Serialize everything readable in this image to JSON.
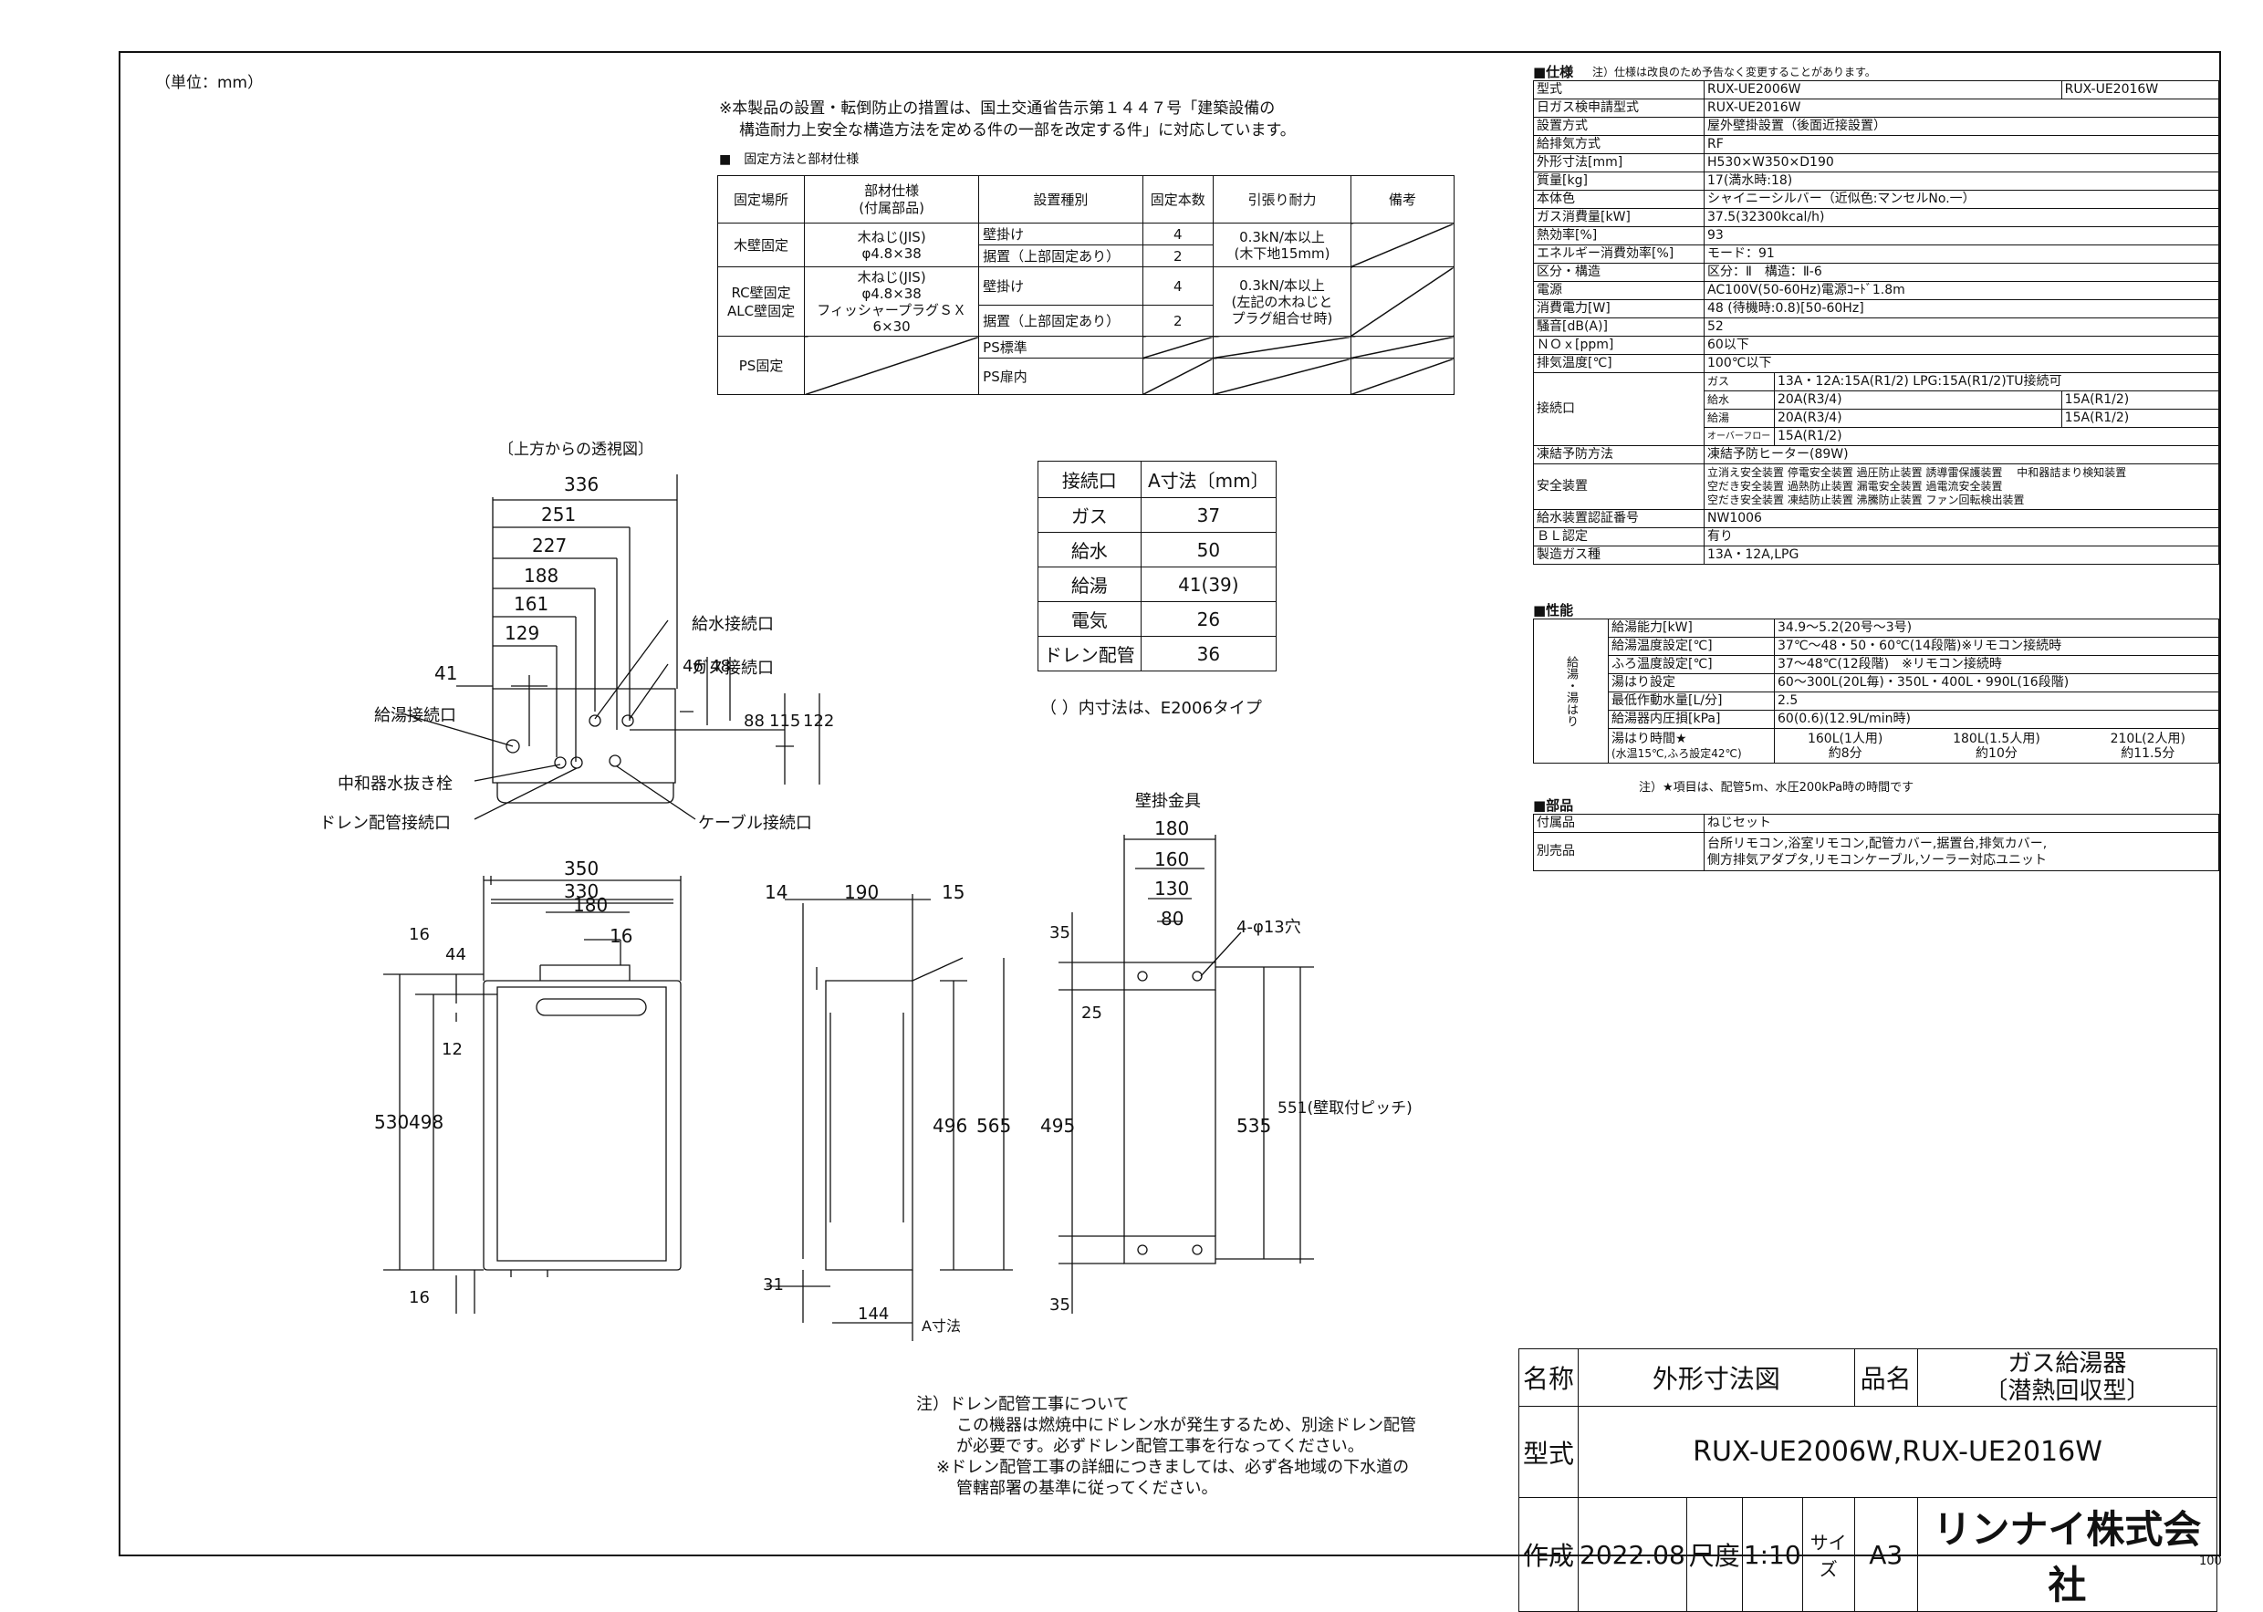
{
  "unit_note": "（単位：mm）",
  "notice": [
    "※本製品の設置・転倒防止の措置は、国土交通省告示第１４４７号「建築設備の",
    "構造耐力上安全な構造方法を定める件の一部を改定する件」に対応しています。"
  ],
  "fix_title": "■　固定方法と部材仕様",
  "fix_headers": [
    "固定場所",
    "部材仕様\n(付属部品)",
    "設置種別",
    "固定本数",
    "引張り耐力",
    "備考"
  ],
  "fix_rows": {
    "wood": {
      "place": "木壁固定",
      "part": "木ねじ(JIS)\nφ4.8×38",
      "types": [
        "壁掛け",
        "据置（上部固定あり）"
      ],
      "counts": [
        "4",
        "2"
      ],
      "force": "0.3kN/本以上\n(木下地15mm)"
    },
    "rc": {
      "place": "RC壁固定\nALC壁固定",
      "part": "木ねじ(JIS)\nφ4.8×38\nフィッシャープラグＳＸ\n6×30",
      "types": [
        "壁掛け",
        "据置（上部固定あり）"
      ],
      "counts": [
        "4",
        "2"
      ],
      "force": "0.3kN/本以上\n(左記の木ねじと\nプラグ組合せ時)"
    },
    "ps": {
      "place": "PS固定",
      "types": [
        "PS標準",
        "PS扉内"
      ]
    }
  },
  "top_view_title": "〔上方からの透視図〕",
  "dim_table": {
    "headers": [
      "接続口",
      "A寸法〔mm〕"
    ],
    "rows": [
      [
        "ガス",
        "37"
      ],
      [
        "給水",
        "50"
      ],
      [
        "給湯",
        "41(39)"
      ],
      [
        "電気",
        "26"
      ],
      [
        "ドレン配管",
        "36"
      ]
    ],
    "note": "（ ）内寸法は、E2006タイプ"
  },
  "top_dims": [
    "336",
    "251",
    "227",
    "188",
    "161",
    "129",
    "41",
    "46",
    "48",
    "88",
    "115",
    "122"
  ],
  "callouts": [
    "給水接続口",
    "ガス接続口",
    "給湯接続口",
    "中和器水抜き栓",
    "ドレン配管接続口",
    "ケーブル接続口"
  ],
  "front_dims": [
    "350",
    "330",
    "180",
    "16",
    "16",
    "44",
    "12",
    "530",
    "498",
    "16"
  ],
  "side_dims": [
    "14",
    "190",
    "15",
    "496",
    "565",
    "31",
    "144",
    "A寸法"
  ],
  "bracket_title": "壁掛金具",
  "bracket_dims": [
    "180",
    "160",
    "130",
    "80",
    "4-φ13穴",
    "35",
    "25",
    "495",
    "535",
    "551(壁取付ピッチ)",
    "35"
  ],
  "drain_note": [
    "注）ドレン配管工事について",
    "この機器は燃焼中にドレン水が発生するため、別途ドレン配管",
    "が必要です。必ずドレン配管工事を行なってください。",
    "※ドレン配管工事の詳細につきましては、必ず各地域の下水道の",
    "管轄部署の基準に従ってください。"
  ],
  "spec": {
    "title": "■仕様",
    "title_note": "注）仕様は改良のため予告なく変更することがあります。",
    "model_label": "型式",
    "models": [
      "RUX-UE2006W",
      "RUX-UE2016W"
    ],
    "rows": [
      [
        "日ガス検申請型式",
        "RUX-UE2016W"
      ],
      [
        "設置方式",
        "屋外壁掛設置（後面近接設置）"
      ],
      [
        "給排気方式",
        "RF"
      ],
      [
        "外形寸法[mm]",
        "H530×W350×D190"
      ],
      [
        "質量[kg]",
        "17(満水時:18)"
      ],
      [
        "本体色",
        "シャイニーシルバー（近似色:マンセルNo.一）"
      ],
      [
        "ガス消費量[kW]",
        "37.5(32300kcal/h)"
      ],
      [
        "熱効率[%]",
        "93"
      ],
      [
        "エネルギー消費効率[%]",
        "モード：91"
      ],
      [
        "区分・構造",
        "区分：Ⅱ　構造：Ⅱ-6"
      ],
      [
        "電源",
        "AC100V(50-60Hz)電源ｺｰﾄﾞ1.8m"
      ],
      [
        "消費電力[W]",
        "48 (待機時:0.8)[50-60Hz]"
      ],
      [
        "騒音[dB(A)]",
        "52"
      ],
      [
        "ＮＯｘ[ppm]",
        "60以下"
      ],
      [
        "排気温度[℃]",
        "100℃以下"
      ]
    ],
    "conn_label": "接続口",
    "conn": [
      [
        "ガス",
        "13A・12A:15A(R1/2) LPG:15A(R1/2)TU接続可",
        ""
      ],
      [
        "給水",
        "20A(R3/4)",
        "15A(R1/2)"
      ],
      [
        "給湯",
        "20A(R3/4)",
        "15A(R1/2)"
      ],
      [
        "オーバーフロー",
        "15A(R1/2)",
        ""
      ]
    ],
    "freeze": [
      "凍結予防方法",
      "凍結予防ヒーター(89W)"
    ],
    "safety_label": "安全装置",
    "safety": [
      "立消え安全装置 停電安全装置 過圧防止装置 誘導雷保護装置　 中和器詰まり検知装置",
      "空だき安全装置 過熱防止装置 漏電安全装置 過電流安全装置",
      "空だき安全装置 凍結防止装置 沸騰防止装置 ファン回転検出装置"
    ],
    "rows2": [
      [
        "給水装置認証番号",
        "NW1006"
      ],
      [
        "ＢＬ認定",
        "有り"
      ],
      [
        "製造ガス種",
        "13A・12A,LPG"
      ]
    ]
  },
  "perf": {
    "title": "■性能",
    "side": "給湯・湯はり",
    "rows": [
      [
        "給湯能力[kW]",
        "34.9～5.2(20号～3号)"
      ],
      [
        "給湯温度設定[℃]",
        "37℃～48・50・60℃(14段階)※リモコン接続時"
      ],
      [
        "ふろ温度設定[℃]",
        "37～48℃(12段階)　※リモコン接続時"
      ],
      [
        "湯はり設定",
        "60～300L(20L毎)・350L・400L・990L(16段階)"
      ],
      [
        "最低作動水量[L/分]",
        "2.5"
      ],
      [
        "給湯器内圧損[kPa]",
        "60(0.6)(12.9L/min時)"
      ]
    ],
    "fill_label": [
      "湯はり時間★",
      "(水温15℃,ふろ設定42℃)"
    ],
    "fill": [
      [
        "160L(1人用)",
        "約8分"
      ],
      [
        "180L(1.5人用)",
        "約10分"
      ],
      [
        "210L(2人用)",
        "約11.5分"
      ]
    ],
    "note": "注）★項目は、配管5m、水圧200kPa時の時間です"
  },
  "parts": {
    "title": "■部品",
    "rows": [
      [
        "付属品",
        "ねじセット"
      ],
      [
        "別売品",
        "台所リモコン,浴室リモコン,配管カバー,据置台,排気カバー,\n側方排気アダプタ,リモコンケーブル,ソーラー対応ユニット"
      ]
    ]
  },
  "title_block": {
    "name_label": "名称",
    "name": "外形寸法図",
    "product_label": "品名",
    "product": "ガス給湯器\n〔潜熱回収型〕",
    "model_label": "型式",
    "model": "RUX-UE2006W,RUX-UE2016W",
    "made_label": "作成",
    "date": "2022.08",
    "scale_label": "尺度",
    "scale": "1:10",
    "size_label": "サイズ",
    "size": "A3",
    "company": "リンナイ株式会社"
  },
  "page_no": "100"
}
